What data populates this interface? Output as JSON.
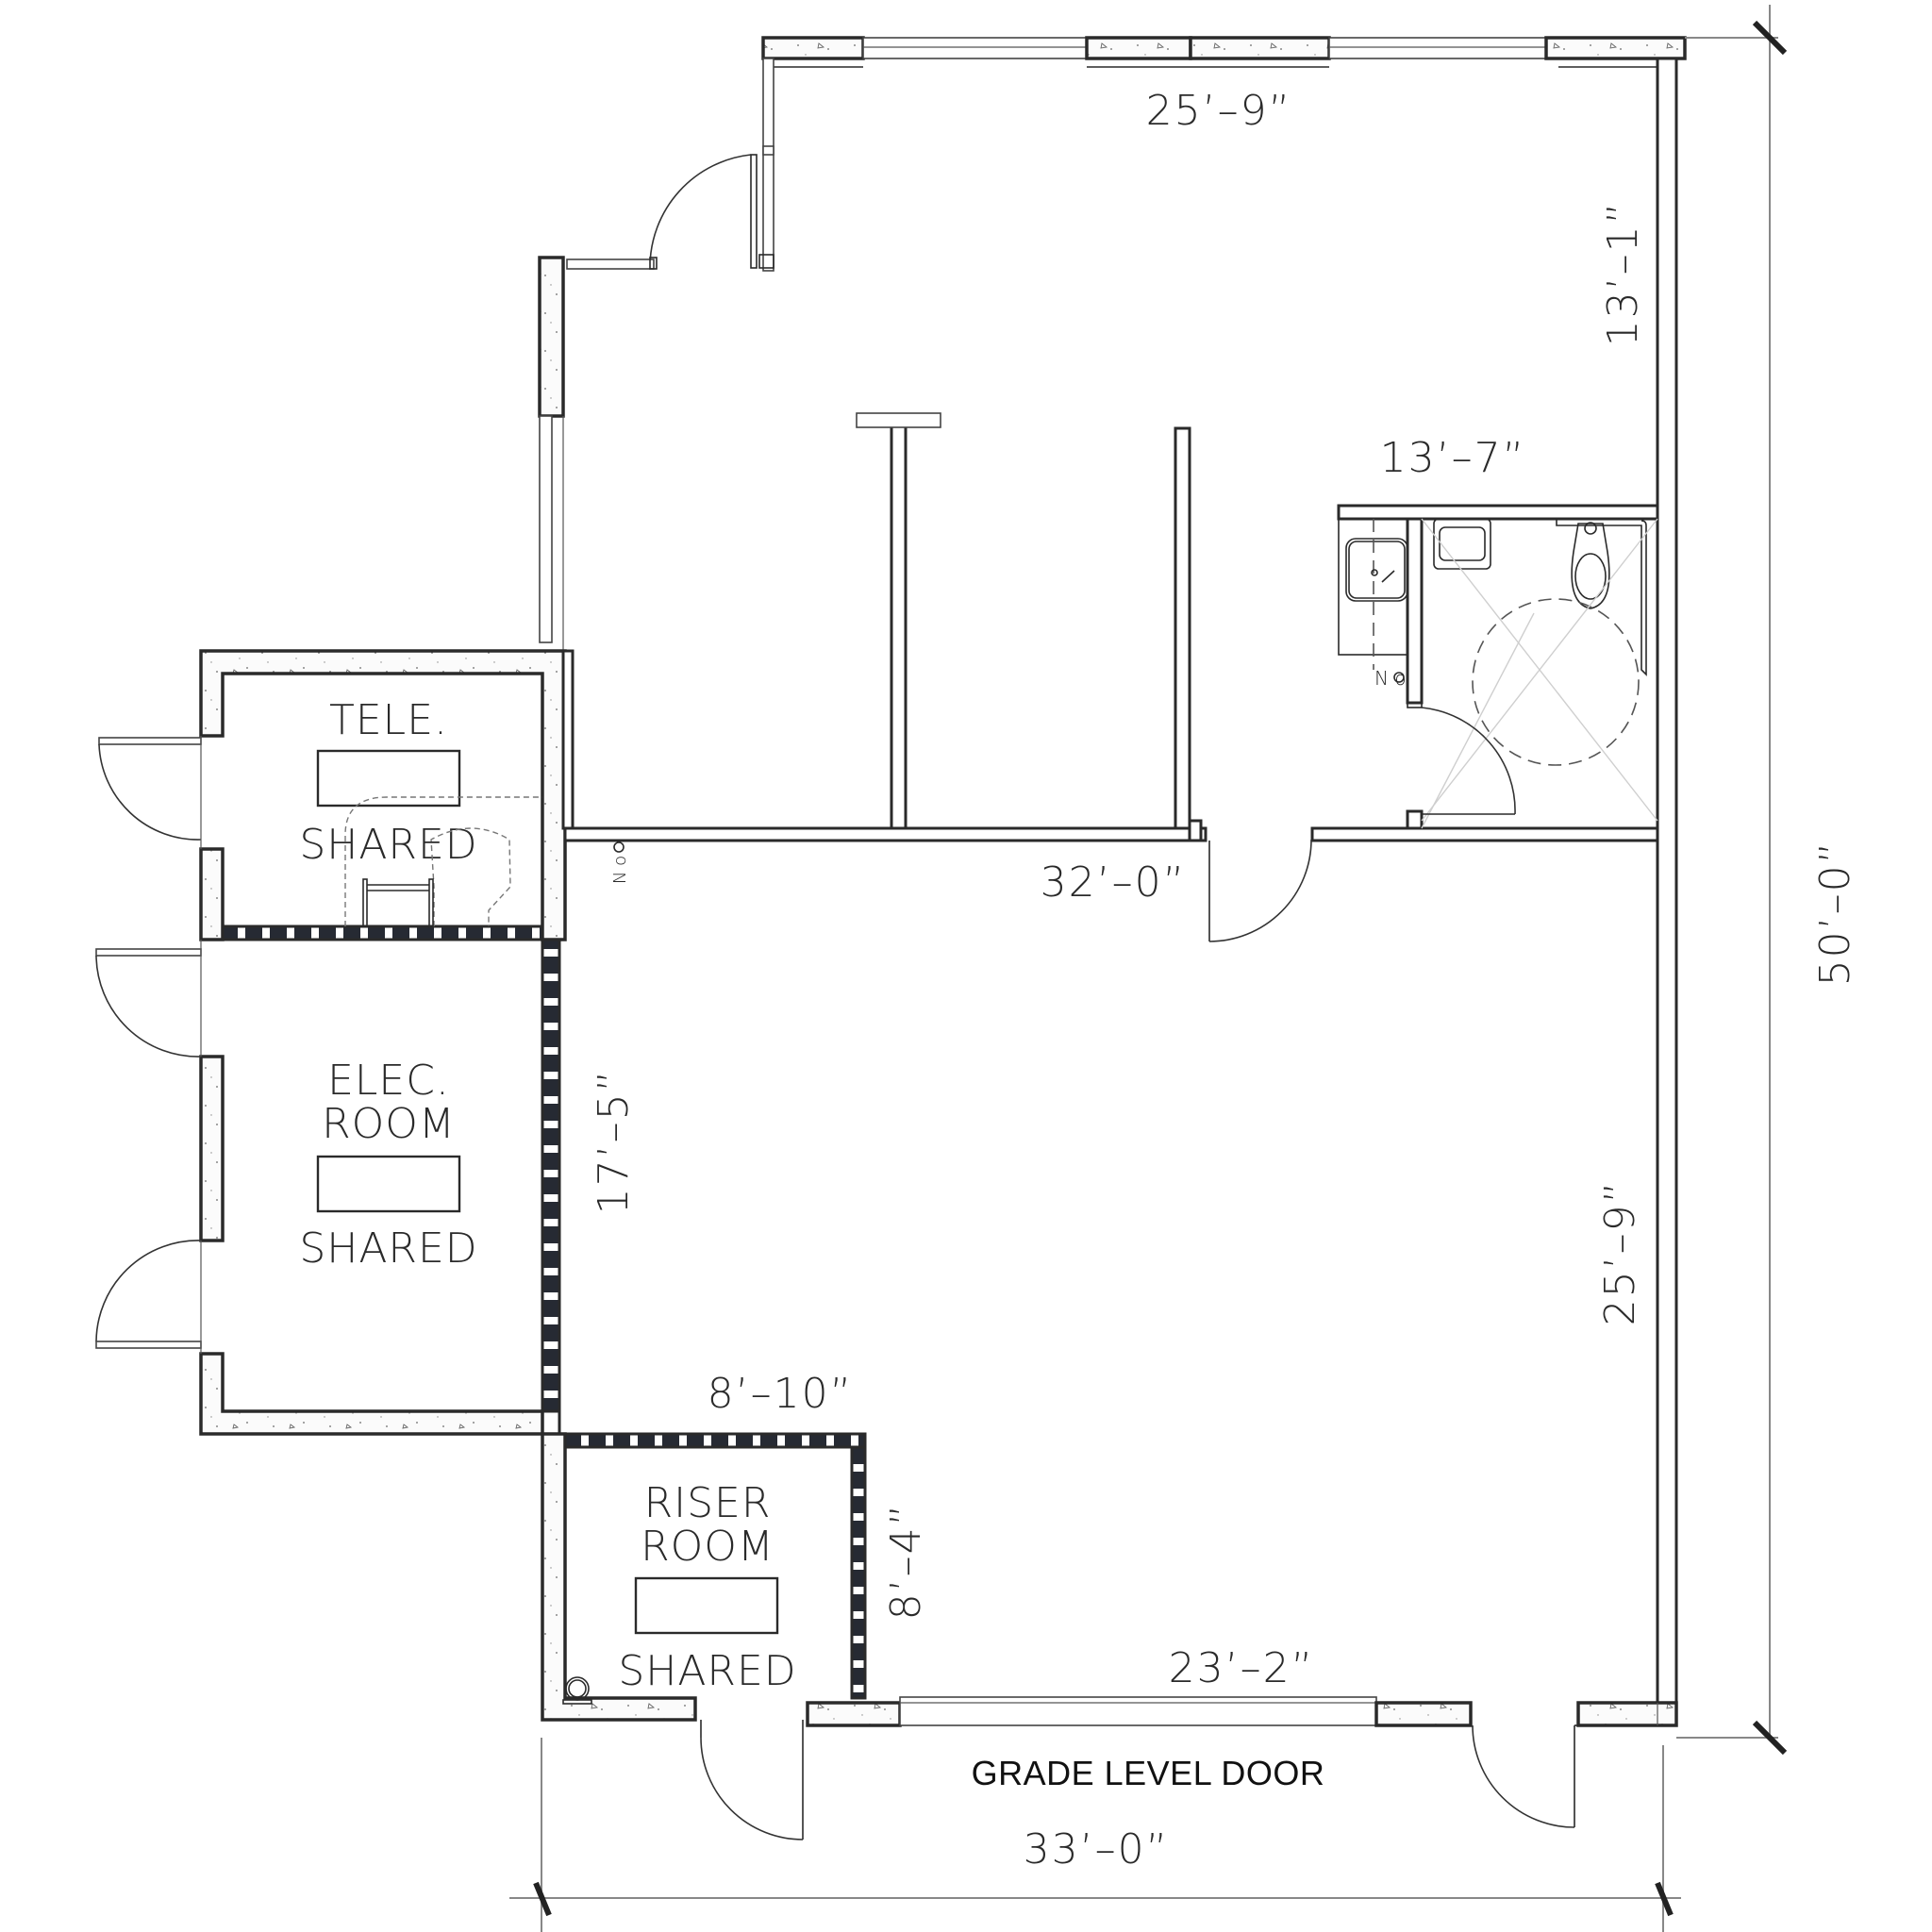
{
  "drawing": {
    "type": "architectural floor plan",
    "background": "#ffffff",
    "line_color": "#2a2a2a"
  },
  "rooms": {
    "tele": {
      "name": "TELE.",
      "note": "SHARED"
    },
    "elec": {
      "name_line1": "ELEC.",
      "name_line2": "ROOM",
      "note": "SHARED"
    },
    "riser": {
      "name_line1": "RISER",
      "name_line2": "ROOM",
      "note": "SHARED"
    }
  },
  "labels": {
    "grade_level_door": "GRADE LEVEL DOOR"
  },
  "dimensions": {
    "top_width": "25’–9”",
    "upper_right_height": "13’–1”",
    "bathroom_width": "13’–7”",
    "partition_width": "32’–0”",
    "lower_right_height": "25’–9”",
    "overall_height": "50’–0”",
    "left_wall_height": "17’–5”",
    "riser_width": "8’–10”",
    "riser_height": "8’–4”",
    "bottom_inner_width": "23’–2”",
    "overall_width": "33’–0”"
  },
  "symbols": {
    "thermostat_1": "N o",
    "thermostat_2": "N o"
  },
  "fixtures": {
    "bathroom": [
      "sink-vanity",
      "toilet",
      "grab-bar",
      "wall-sink",
      "turning-circle"
    ],
    "riser_room": [
      "pipe-riser"
    ],
    "tele_room": [
      "equipment-rack",
      "dashed-clearance"
    ]
  },
  "legend_colors": {
    "concrete_wall": "#f4f4f4",
    "fire_rated_wall": "#262a33",
    "partition_wall": "#ffffff"
  }
}
